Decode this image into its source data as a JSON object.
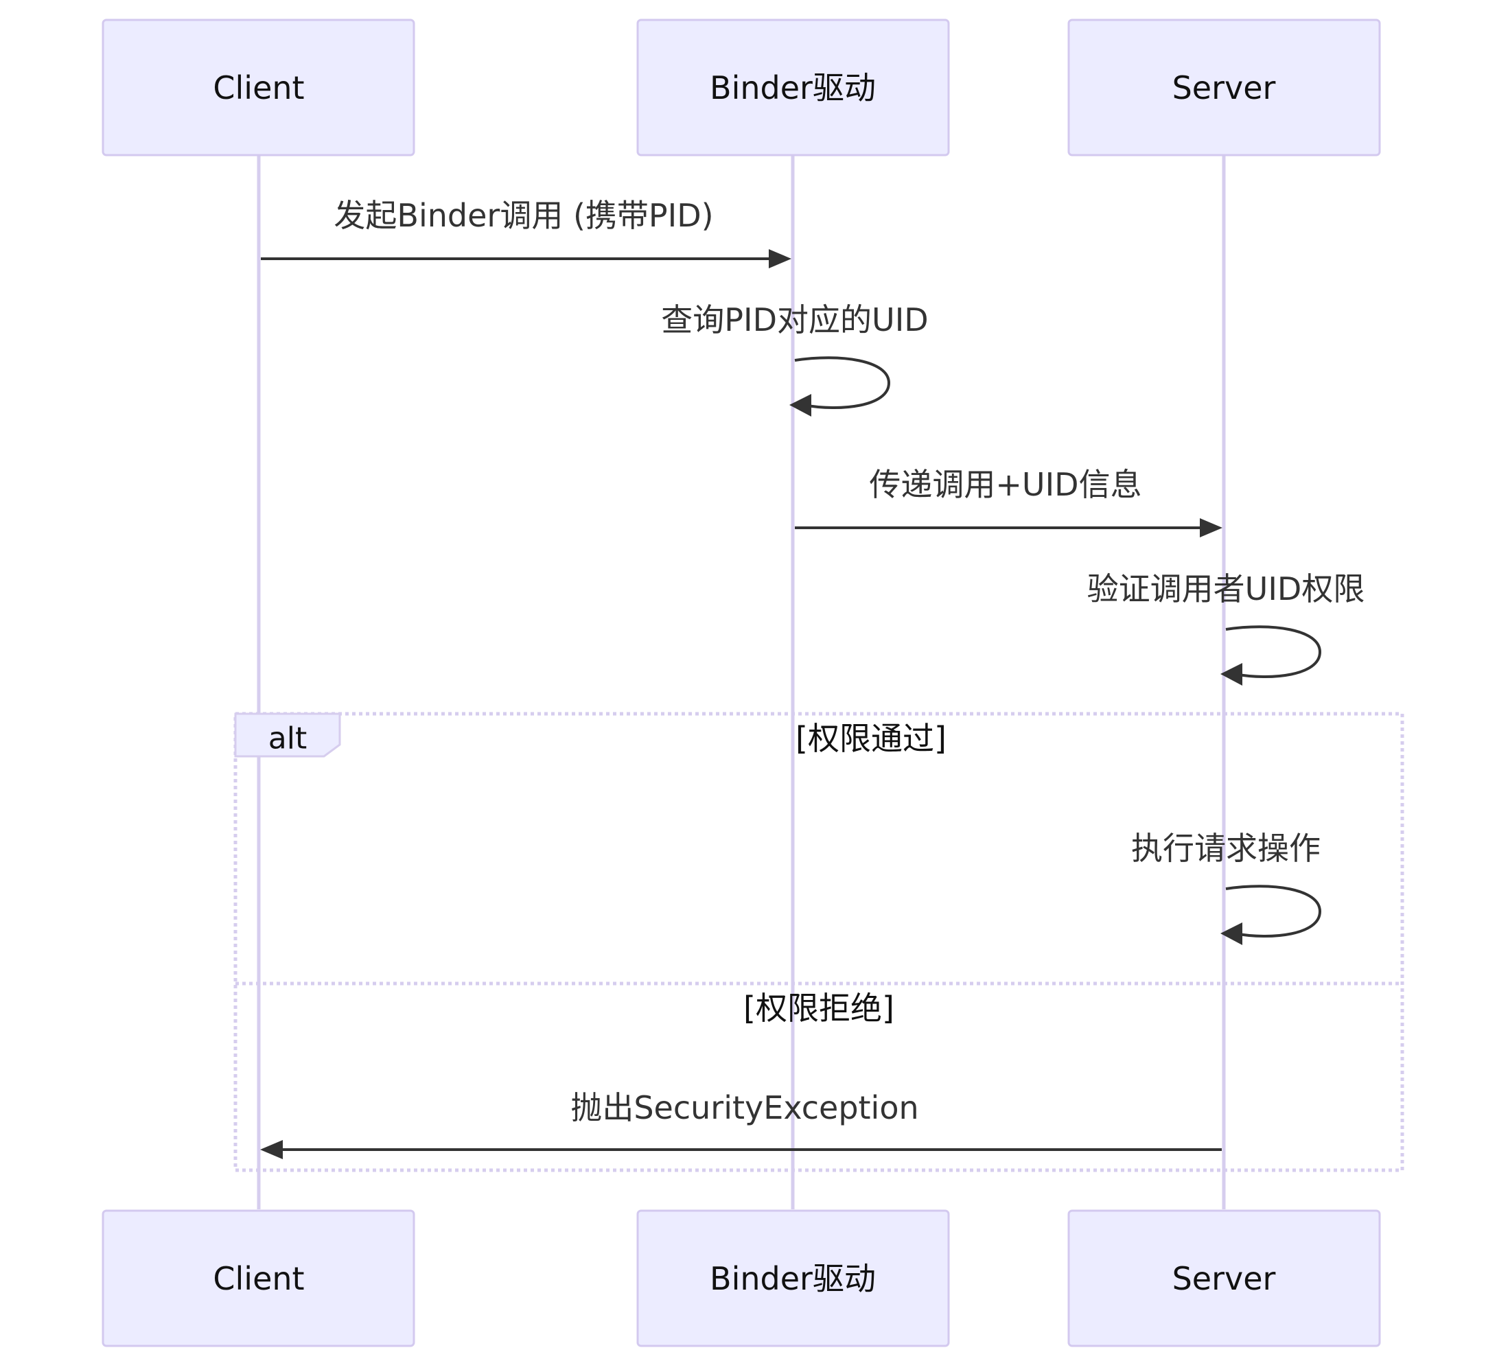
{
  "participants": [
    {
      "id": "client",
      "label": "Client"
    },
    {
      "id": "binder",
      "label": "Binder驱动"
    },
    {
      "id": "server",
      "label": "Server"
    }
  ],
  "messages": [
    {
      "from": "client",
      "to": "binder",
      "label": "发起Binder调用 (携带PID)"
    },
    {
      "from": "binder",
      "to": "binder",
      "label": "查询PID对应的UID"
    },
    {
      "from": "binder",
      "to": "server",
      "label": "传递调用+UID信息"
    },
    {
      "from": "server",
      "to": "server",
      "label": "验证调用者UID权限"
    },
    {
      "from": "server",
      "to": "server",
      "label": "执行请求操作"
    },
    {
      "from": "server",
      "to": "client",
      "label": "抛出SecurityException"
    }
  ],
  "alt_block": {
    "keyword": "alt",
    "conditions": [
      "[权限通过]",
      "[权限拒绝]"
    ]
  },
  "colors": {
    "actor_fill": "#ececff",
    "actor_stroke": "#d3c9ef",
    "lifeline": "#d6cdee",
    "message": "#333333"
  }
}
